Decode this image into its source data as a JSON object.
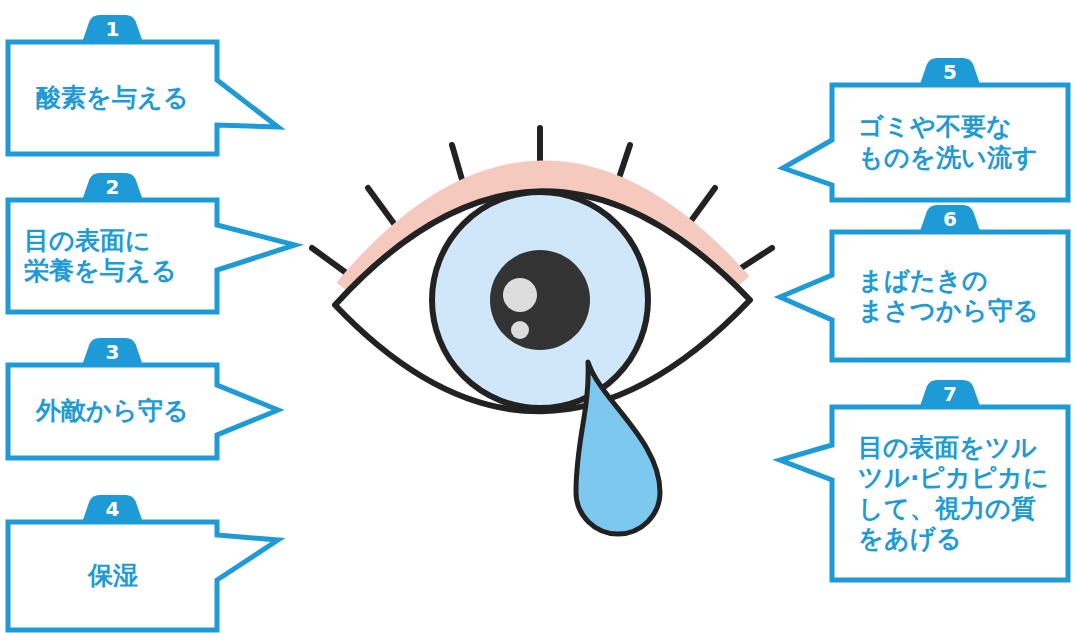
{
  "diagram": {
    "nodes": [
      {
        "text": [
          "1",
          "酸素を与える"
        ]
      },
      {
        "text": [
          "2",
          "目の表面に 栄養を与える"
        ]
      },
      {
        "text": [
          "3",
          "外敵から守る"
        ]
      },
      {
        "text": [
          "4",
          "保湿"
        ]
      },
      {
        "text": [
          "5",
          "ゴミや不要な ものを洗い流す"
        ]
      },
      {
        "text": [
          "6",
          "まばたきの まさつから守る"
        ]
      },
      {
        "text": [
          "7",
          "目の表面をツル ツル·ピカピカに して、視力の質 をあげる"
        ]
      }
    ]
  }
}
